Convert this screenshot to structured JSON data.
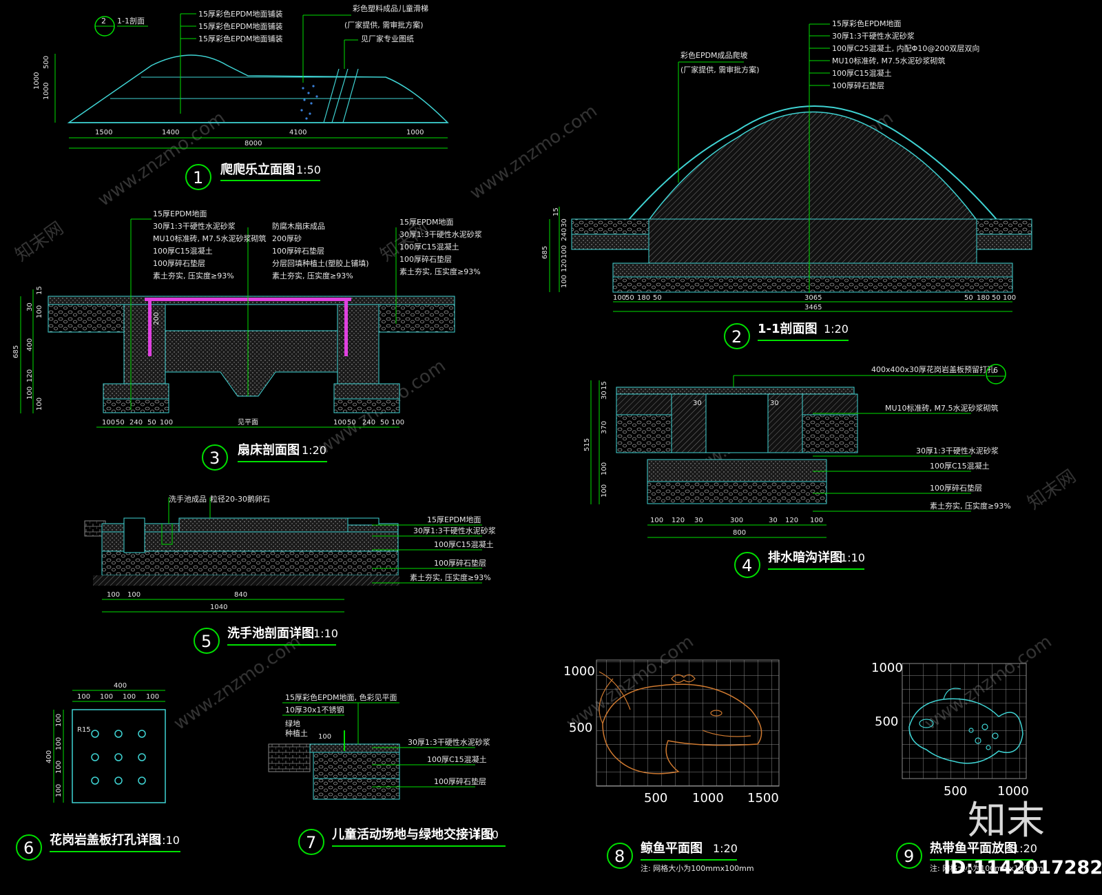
{
  "colors": {
    "background": "#000000",
    "cyan": "#3fd4d4",
    "green": "#00e000",
    "magenta": "#e040e0",
    "orange": "#d07a30",
    "grey": "#8c8c8c",
    "white": "#ffffff"
  },
  "details": [
    {
      "number": "1",
      "title": "爬爬乐立面图",
      "scale": "1:50"
    },
    {
      "number": "2",
      "title": "1-1剖面图",
      "scale": "1:20"
    },
    {
      "number": "3",
      "title": "扇床剖面图",
      "scale": "1:20"
    },
    {
      "number": "4",
      "title": "排水暗沟详图",
      "scale": "1:10"
    },
    {
      "number": "5",
      "title": "洗手池剖面详图",
      "scale": "1:10"
    },
    {
      "number": "6",
      "title": "花岗岩盖板打孔详图",
      "scale": "1:10"
    },
    {
      "number": "7",
      "title": "儿童活动场地与绿地交接详图",
      "scale": "1:10"
    },
    {
      "number": "8",
      "title": "鲸鱼平面图",
      "scale": "1:20",
      "note": "注: 网格大小为100mmx100mm"
    },
    {
      "number": "9",
      "title": "热带鱼平面放图",
      "scale": "1:20",
      "note": "注: 网格大小为100mmx100mm"
    }
  ],
  "d1": {
    "section_ref": "1-1剖面",
    "section_num": "2",
    "labels": [
      "15厚彩色EPDM地面铺装",
      "15厚彩色EPDM地面铺装",
      "15厚彩色EPDM地面铺装"
    ],
    "right_labels": [
      "彩色塑料成品儿童滑梯",
      "(厂家提供, 需审批方案)",
      "见厂家专业图纸"
    ],
    "dims_h": [
      "1500",
      "1400",
      "4100",
      "1000"
    ],
    "dim_total": "8000",
    "dims_v": [
      "500",
      "1000",
      "1000"
    ]
  },
  "d2": {
    "labels": [
      "15厚彩色EPDM地面",
      "30厚1:3干硬性水泥砂浆",
      "100厚C25混凝土, 内配Φ10@200双层双向",
      "MU10标准砖, M7.5水泥砂浆砌筑",
      "100厚C15混凝土",
      "100厚碎石垫层"
    ],
    "left_labels": [
      "彩色EPDM成品爬坡",
      "(厂家提供, 需审批方案)"
    ],
    "dims_v": [
      "15",
      "30",
      "240",
      "100",
      "120",
      "100",
      "685"
    ],
    "dims_h": [
      "100",
      "50",
      "180",
      "50",
      "3065",
      "50",
      "180",
      "50",
      "100"
    ],
    "dim_total": "3465"
  },
  "d3": {
    "left_labels": [
      "15厚EPDM地面",
      "30厚1:3干硬性水泥砂浆",
      "MU10标准砖, M7.5水泥砂浆砌筑",
      "100厚C15混凝土",
      "100厚碎石垫层",
      "素土夯实, 压实度≥93%"
    ],
    "mid_labels": [
      "防腐木扇床成品",
      "200厚砂",
      "100厚碎石垫层",
      "分层回填种植土(塑胶上铺填)",
      "素土夯实, 压实度≥93%"
    ],
    "right_labels": [
      "15厚EPDM地面",
      "30厚1:3干硬性水泥砂浆",
      "100厚C15混凝土",
      "100厚碎石垫层",
      "素土夯实, 压实度≥93%"
    ],
    "dims_v": [
      "15",
      "30",
      "100",
      "400",
      "120",
      "100",
      "100",
      "685"
    ],
    "dims_h_left": [
      "100",
      "50",
      "240",
      "50",
      "100"
    ],
    "dims_h_right": [
      "100",
      "50",
      "240",
      "50",
      "100"
    ],
    "dim_mid": "见平面",
    "dim_pit": "200"
  },
  "d4": {
    "top_label": "400x400x30厚花岗岩盖板预留打孔",
    "ref_num": "6",
    "labels": [
      "MU10标准砖, M7.5水泥砂浆砌筑",
      "30厚1:3干硬性水泥砂浆",
      "100厚C15混凝土",
      "100厚碎石垫层",
      "素土夯实, 压实度≥93%"
    ],
    "dims_v": [
      "15",
      "30",
      "370",
      "100",
      "100",
      "515"
    ],
    "dims_h": [
      "100",
      "120",
      "30",
      "300",
      "30",
      "120",
      "100"
    ],
    "dim_total": "800",
    "inner_dims": [
      "30",
      "30"
    ]
  },
  "d5": {
    "top_labels": [
      "洗手池成品",
      "粒径20-30鹅卵石"
    ],
    "labels": [
      "15厚EPDM地面",
      "30厚1:3干硬性水泥砂浆",
      "100厚C15混凝土",
      "100厚碎石垫层",
      "素土夯实, 压实度≥93%"
    ],
    "dims_h": [
      "100",
      "100",
      "840"
    ],
    "dim_total": "1040"
  },
  "d6": {
    "dim_top": "400",
    "dims_h": [
      "100",
      "100",
      "100",
      "100"
    ],
    "dims_v": [
      "100",
      "100",
      "100",
      "100"
    ],
    "dim_side": "400",
    "hole": "R15"
  },
  "d7": {
    "labels": [
      "15厚彩色EPDM地面, 色彩见平面",
      "10厚30x1不锈钢",
      "30厚1:3干硬性水泥砂浆",
      "100厚C15混凝土",
      "100厚碎石垫层"
    ],
    "left_labels": [
      "绿地",
      "种植土"
    ],
    "dim": "100"
  },
  "d8": {
    "y_ticks": [
      "1000",
      "500"
    ],
    "x_ticks": [
      "500",
      "1000",
      "1500"
    ]
  },
  "d9": {
    "y_ticks": [
      "1000",
      "500"
    ],
    "x_ticks": [
      "500",
      "1000"
    ]
  },
  "watermark": {
    "text": "www.znzmo.com",
    "cn": "知末网",
    "brand": "知末",
    "doc_id": "ID:1142017282"
  }
}
